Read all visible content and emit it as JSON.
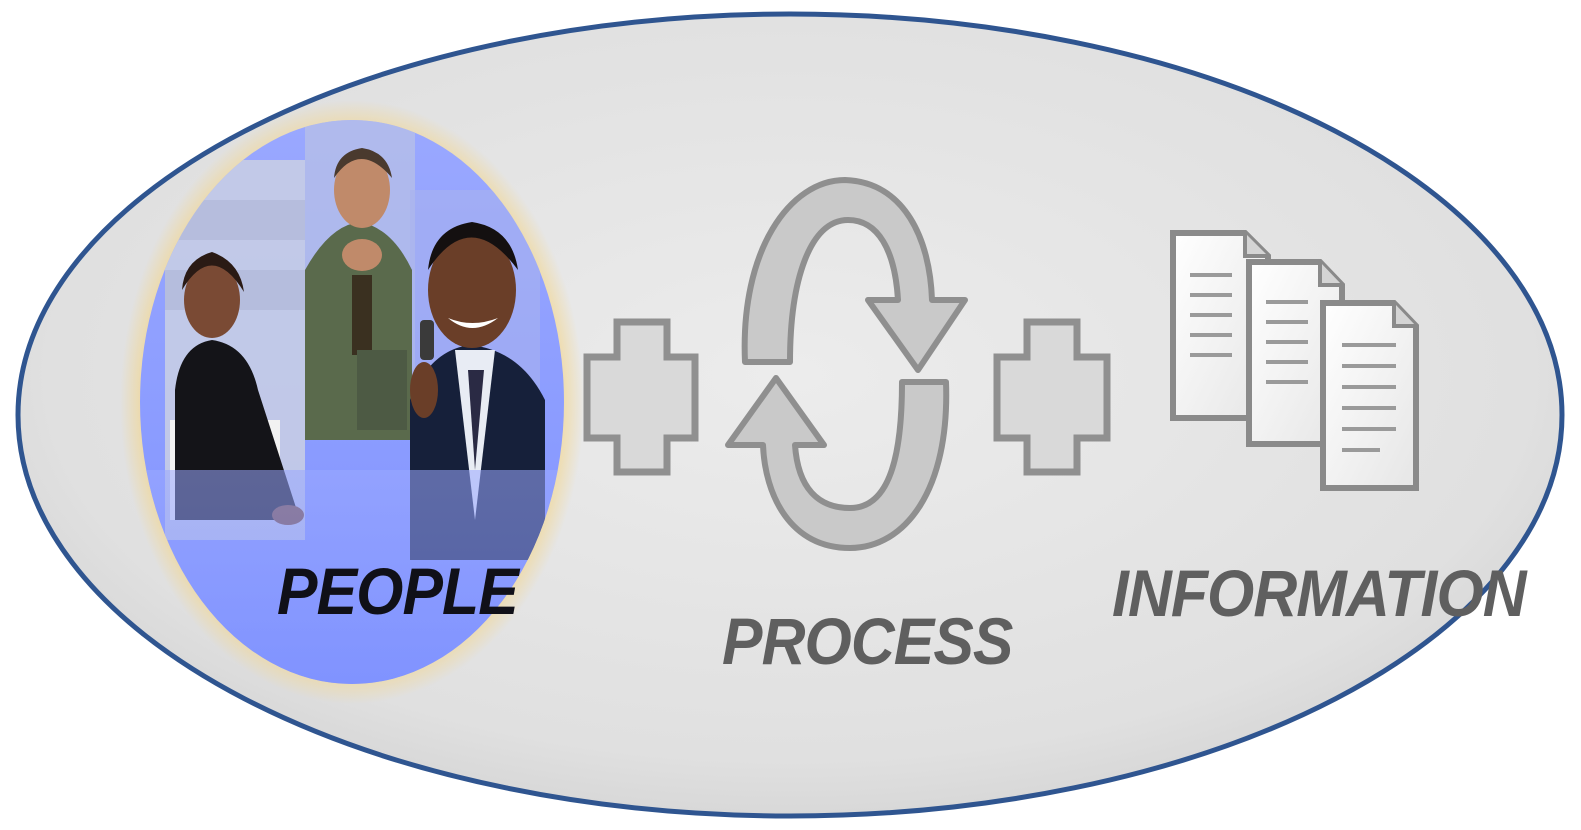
{
  "diagram": {
    "nodes": [
      {
        "id": "people",
        "label": "PEOPLE",
        "icon": "photo-of-three-business-people"
      },
      {
        "id": "process",
        "label": "PROCESS",
        "icon": "circular-arrows-icon"
      },
      {
        "id": "information",
        "label": "INFORMATION",
        "icon": "documents-icon"
      }
    ],
    "connectors": [
      {
        "symbol": "plus",
        "between": [
          "people",
          "process"
        ]
      },
      {
        "symbol": "plus",
        "between": [
          "process",
          "information"
        ]
      }
    ]
  },
  "colors": {
    "ellipse_border": "#2f5590",
    "ellipse_fill": "#e3e3e3",
    "people_highlight": "#8a9cff",
    "people_glow": "#f3d58a",
    "icon_gray": "#8f8f8f",
    "icon_fill": "#c8c8c8",
    "people_text": "#101018",
    "label_gray": "#5f5f5f"
  }
}
